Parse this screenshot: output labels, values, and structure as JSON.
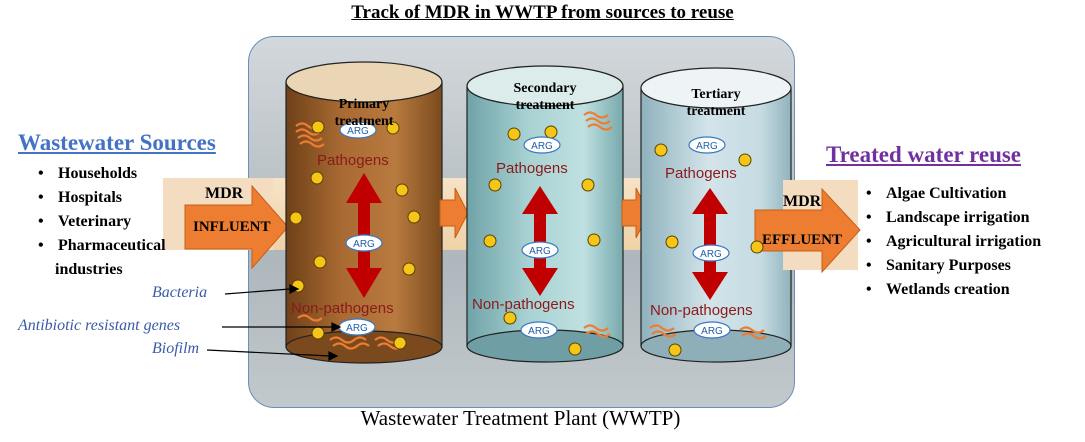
{
  "title": "Track of MDR in WWTP from sources to reuse",
  "sources": {
    "heading": "Wastewater Sources",
    "items": [
      "Households",
      "Hospitals",
      "Veterinary",
      "Pharmaceutical",
      "industries"
    ]
  },
  "legend": {
    "bacteria": "Bacteria",
    "arg": "Antibiotic resistant genes",
    "biofilm": "Biofilm"
  },
  "influent": {
    "mdr": "MDR",
    "label": "INFLUENT"
  },
  "effluent": {
    "mdr": "MDR",
    "label": "EFFLUENT"
  },
  "tanks": [
    {
      "title_line1": "Primary",
      "title_line2": "treatment",
      "top_label": "Pathogens",
      "bottom_label": "Non-pathogens",
      "arg": "ARG"
    },
    {
      "title_line1": "Secondary",
      "title_line2": "treatment",
      "top_label": "Pathogens",
      "bottom_label": "Non-pathogens",
      "arg": "ARG"
    },
    {
      "title_line1": "Tertiary",
      "title_line2": "treatment",
      "top_label": "Pathogens",
      "bottom_label": "Non-pathogens",
      "arg": "ARG"
    }
  ],
  "plant_label": "Wastewater Treatment Plant (WWTP)",
  "reuse": {
    "heading": "Treated water reuse",
    "items": [
      "Algae Cultivation",
      "Landscape irrigation",
      "Agricultural irrigation",
      "Sanitary Purposes",
      "Wetlands creation"
    ]
  },
  "colors": {
    "arrow_orange": "#ed7d31",
    "pathogen_red": "#c00000",
    "bacteria_yellow": "#f5c518",
    "primary_tank": "#a0652e",
    "secondary_tank": "#9ec7c9",
    "tertiary_tank": "#b9cfd6"
  }
}
